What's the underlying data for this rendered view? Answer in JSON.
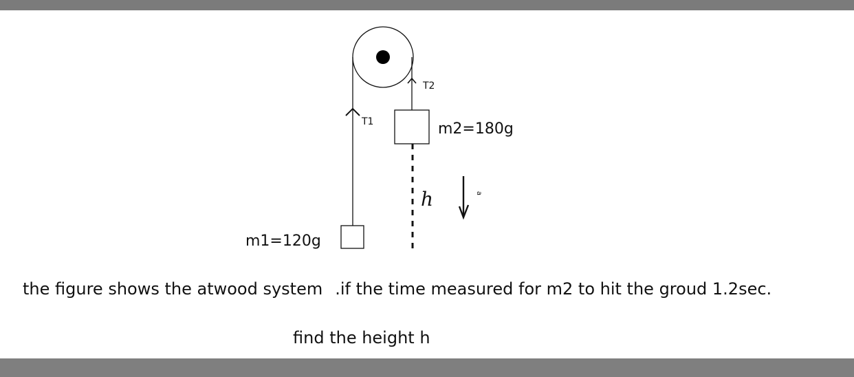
{
  "diagram": {
    "labels": {
      "tension_left": "T1",
      "tension_right": "T2",
      "mass_right": "m2=180g",
      "mass_left": "m1=120g",
      "height": "h",
      "acceleration": "a"
    }
  },
  "question": {
    "part1": "the figure shows the atwood system",
    "part2": ".if the time measured for m2 to hit the groud 1.2sec.",
    "line2": "find the height h"
  }
}
